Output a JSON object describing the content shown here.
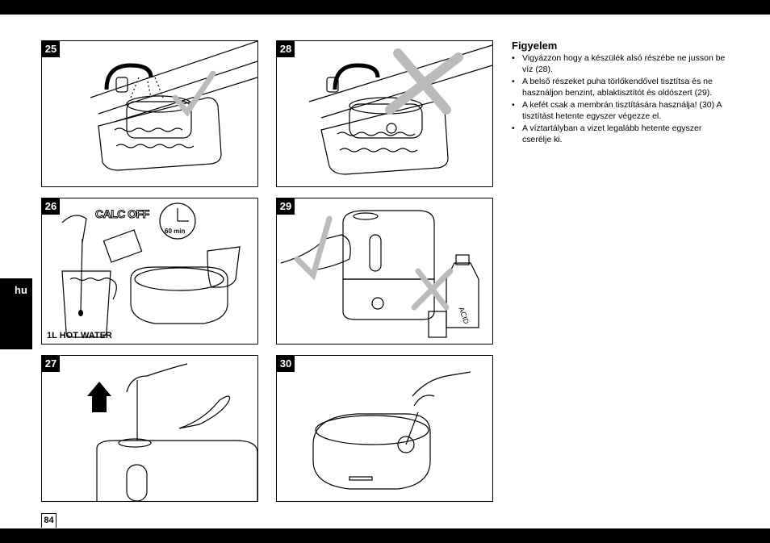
{
  "page": {
    "number": "84",
    "language_tab": "hu"
  },
  "panels": [
    {
      "number": "25",
      "icon": "check-mark",
      "caption": ""
    },
    {
      "number": "28",
      "icon": "cross-mark",
      "caption": ""
    },
    {
      "number": "26",
      "caption": "1L HOT WATER",
      "timer": "60 min",
      "product": "CALC OFF"
    },
    {
      "number": "29",
      "icon": "check-and-cross",
      "bottle_label": "ACID"
    },
    {
      "number": "27",
      "caption": ""
    },
    {
      "number": "30",
      "caption": ""
    }
  ],
  "notes": {
    "title": "Figyelem",
    "items": [
      "Vigyázzon hogy a készülék alsó részébe ne jusson be víz (28).",
      "A belső részeket puha törlőkendővel tisztítsa és ne használjon benzint, ablaktisztítót és oldószert (29).",
      "A kefét csak a membrán tisztítására használja! (30) A tisztítást hetente egyszer végezze el.",
      "A víztartályban a vizet legalább hetente egyszer cserélje ki."
    ]
  }
}
